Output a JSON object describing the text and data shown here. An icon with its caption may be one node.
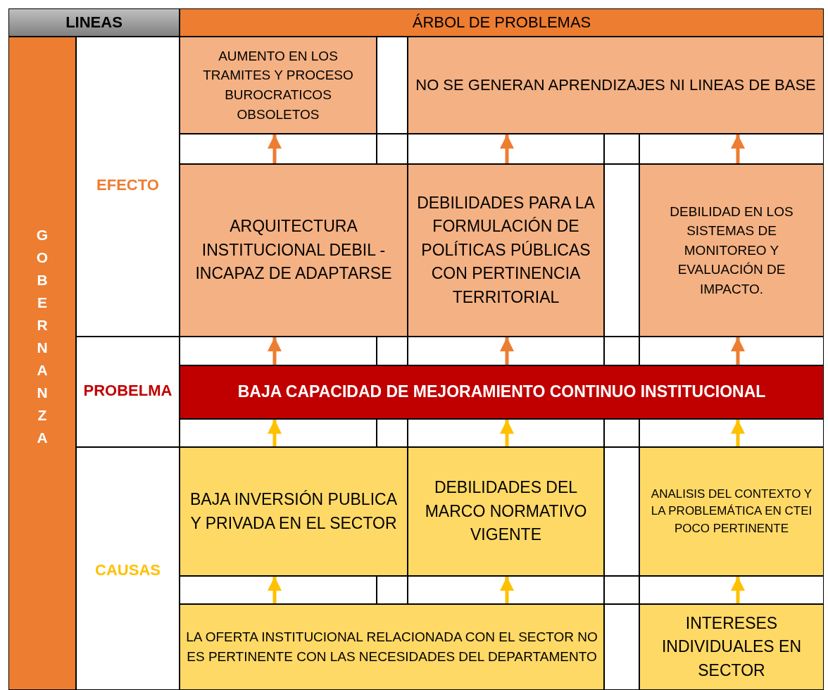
{
  "diagram": {
    "nodes": [
      {
        "text": [
          "LINEAS"
        ]
      },
      {
        "text": [
          "ÁRBOL DE PROBLEMAS"
        ]
      },
      {
        "text": [
          "GOBERNANZA"
        ]
      },
      {
        "text": [
          "AUMENTO EN LOS TRAMITES Y PROCESO BUROCRATICOS OBSOLETOS"
        ]
      },
      {
        "text": [
          "NO SE GENERAN APRENDIZAJES NI LINEAS DE BASE"
        ]
      },
      {
        "text": [
          "ARQUITECTURA INSTITUCIONAL DEBIL - INCAPAZ DE ADAPTARSE"
        ]
      },
      {
        "text": [
          "DEBILIDADES PARA LA FORMULACIÓN DE POLÍTICAS PÚBLICAS CON PERTINENCIA TERRITORIAL"
        ]
      },
      {
        "text": [
          "DEBILIDAD EN LOS SISTEMAS DE MONITOREO Y EVALUACIÓN DE IMPACTO."
        ]
      },
      {
        "text": [
          "BAJA CAPACIDAD DE MEJORAMIENTO CONTINUO INSTITUCIONAL"
        ]
      },
      {
        "text": [
          "BAJA INVERSIÓN PUBLICA Y PRIVADA EN EL SECTOR"
        ]
      },
      {
        "text": [
          "DEBILIDADES DEL MARCO NORMATIVO VIGENTE"
        ]
      },
      {
        "text": [
          "ANALISIS DEL CONTEXTO Y LA PROBLEMÁTICA EN CTEI POCO PERTINENTE"
        ]
      },
      {
        "text": [
          "LA OFERTA INSTITUCIONAL RELACIONADA CON EL SECTOR NO ES PERTINENTE CON LAS NECESIDADES DEL DEPARTAMENTO"
        ]
      },
      {
        "text": [
          "INTERESES INDIVIDUALES EN SECTOR"
        ]
      }
    ],
    "edges": [
      {
        "from": 5,
        "to": 3,
        "arrow": "to",
        "color": "#ed7d31"
      },
      {
        "from": 6,
        "to": 4,
        "arrow": "to",
        "color": "#ed7d31"
      },
      {
        "from": 7,
        "to": 4,
        "arrow": "to",
        "color": "#ed7d31"
      },
      {
        "from": 8,
        "to": 5,
        "arrow": "to",
        "color": "#ed7d31"
      },
      {
        "from": 8,
        "to": 6,
        "arrow": "to",
        "color": "#ed7d31"
      },
      {
        "from": 8,
        "to": 7,
        "arrow": "to",
        "color": "#ed7d31"
      },
      {
        "from": 9,
        "to": 8,
        "arrow": "to",
        "color": "#ffc000"
      },
      {
        "from": 10,
        "to": 8,
        "arrow": "to",
        "color": "#ffc000"
      },
      {
        "from": 11,
        "to": 8,
        "arrow": "to",
        "color": "#ffc000"
      },
      {
        "from": 12,
        "to": 9,
        "arrow": "to",
        "color": "#ffc000"
      },
      {
        "from": 12,
        "to": 10,
        "arrow": "to",
        "color": "#ffc000"
      },
      {
        "from": 13,
        "to": 11,
        "arrow": "to",
        "color": "#ffc000"
      }
    ],
    "labels": [
      "EFECTO",
      "PROBELMA",
      "CAUSAS"
    ]
  }
}
